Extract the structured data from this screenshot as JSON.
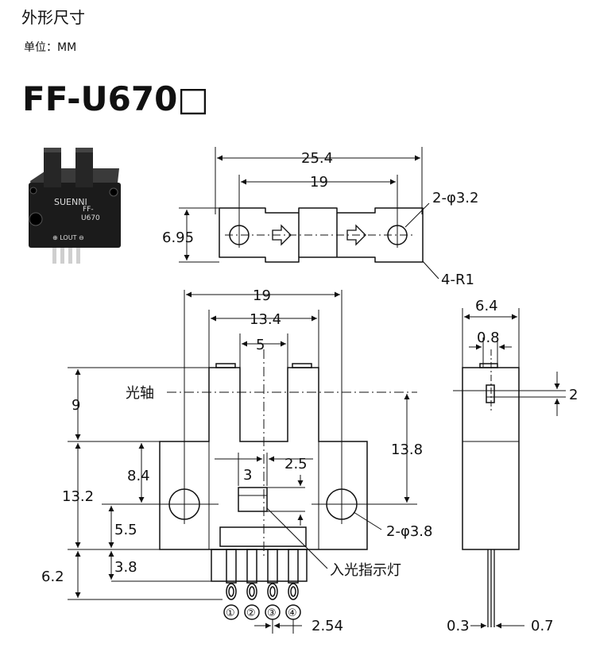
{
  "header": {
    "title": "外形尺寸",
    "unit_label": "单位：MM",
    "model": "FF-U670□"
  },
  "photo": {
    "brand": "SUENNI",
    "model_line1": "FF-",
    "model_line2": "U670",
    "label_plus": "⊕ LOUT ⊖"
  },
  "top_view": {
    "dim_overall": "25.4",
    "dim_holes": "19",
    "dim_height": "6.95",
    "dim_hole_dia": "2-φ3.2",
    "dim_radius": "4-R1"
  },
  "front_view": {
    "dim_width": "19",
    "dim_inner": "13.4",
    "dim_slot": "5",
    "label_axis": "光轴",
    "dim_9": "9",
    "dim_13_8": "13.8",
    "dim_8_4": "8.4",
    "dim_13_2": "13.2",
    "dim_3": "3",
    "dim_2_5": "2.5",
    "dim_5_5": "5.5",
    "dim_hole_dia": "2-φ3.8",
    "dim_3_8": "3.8",
    "dim_6_2": "6.2",
    "label_indicator": "入光指示灯",
    "pin_labels": [
      "①",
      "②",
      "③",
      "④"
    ],
    "dim_pitch": "2.54"
  },
  "side_view": {
    "dim_width": "6.4",
    "dim_0_8": "0.8",
    "dim_2": "2",
    "dim_0_3": "0.3",
    "dim_0_7": "0.7"
  },
  "colors": {
    "line": "#111111",
    "sensor_body": "#1b1b1b",
    "watermark": "#e6e6e6"
  }
}
